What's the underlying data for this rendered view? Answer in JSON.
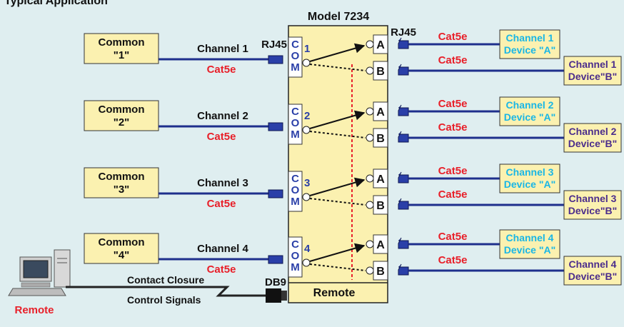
{
  "header_partial": "Typical Application",
  "model": {
    "title": "Model 7234",
    "remote_label": "Remote"
  },
  "labels": {
    "rj45": "RJ45",
    "db9": "DB9",
    "com_letters": [
      "C",
      "O",
      "M"
    ],
    "port_a": "A",
    "port_b": "B",
    "cable": "Cat5e",
    "remote_pc": "Remote",
    "contact_closure": "Contact Closure",
    "control_signals": "Control Signals"
  },
  "channels": [
    {
      "number": "1",
      "common_line1": "Common",
      "common_line2": "\"1\"",
      "channel_label": "Channel 1",
      "device_a_line1": "Channel 1",
      "device_a_line2": "Device \"A\"",
      "device_b_line1": "Channel 1",
      "device_b_line2": "Device\"B\""
    },
    {
      "number": "2",
      "common_line1": "Common",
      "common_line2": "\"2\"",
      "channel_label": "Channel 2",
      "device_a_line1": "Channel 2",
      "device_a_line2": "Device \"A\"",
      "device_b_line1": "Channel 2",
      "device_b_line2": "Device\"B\""
    },
    {
      "number": "3",
      "common_line1": "Common",
      "common_line2": "\"3\"",
      "channel_label": "Channel 3",
      "device_a_line1": "Channel 3",
      "device_a_line2": "Device \"A\"",
      "device_b_line1": "Channel 3",
      "device_b_line2": "Device\"B\""
    },
    {
      "number": "4",
      "common_line1": "Common",
      "common_line2": "\"4\"",
      "channel_label": "Channel 4",
      "device_a_line1": "Channel 4",
      "device_a_line2": "Device \"A\"",
      "device_b_line1": "Channel 4",
      "device_b_line2": "Device\"B\""
    }
  ],
  "colors": {
    "background": "#dfeef0",
    "box_fill": "#fbf1b0",
    "cable_blue": "#1e2f8c",
    "cat5e_red": "#e8202a",
    "device_a_text": "#19b6e6",
    "device_b_text": "#4b2d8c",
    "dashed_red": "#e8202a"
  },
  "icons": [
    "computer-icon",
    "rj45-connector-icon",
    "db9-connector-icon",
    "switch-arrow-icon"
  ]
}
